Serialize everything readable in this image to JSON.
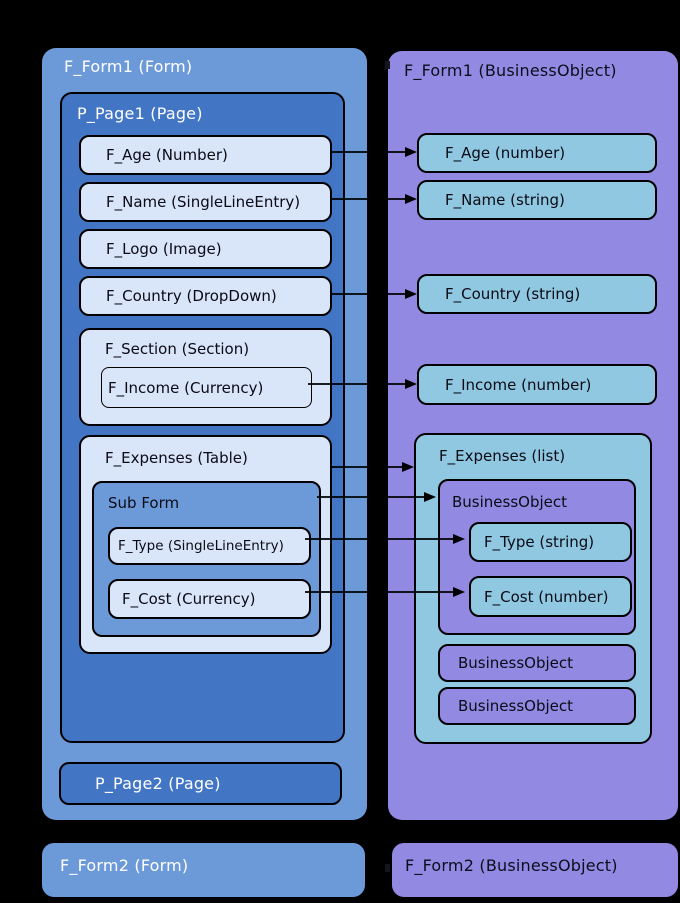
{
  "colors": {
    "background": "#000000",
    "form_blue": "#6C9AD9",
    "page_blue": "#4276C4",
    "field_light": "#D9E5F8",
    "bo_purple": "#9289E2",
    "bo_field_cyan": "#90C8E1"
  },
  "form_view": {
    "form1": {
      "title": "F_Form1 (Form)",
      "page1": {
        "title": "P_Page1 (Page)",
        "age": "F_Age (Number)",
        "name": "F_Name (SingleLineEntry)",
        "logo": "F_Logo (Image)",
        "country": "F_Country (DropDown)",
        "section": {
          "label": "F_Section (Section)",
          "income": "F_Income (Currency)"
        },
        "table": {
          "label": "F_Expenses (Table)",
          "subform": {
            "label": "Sub Form",
            "type": "F_Type (SingleLineEntry)",
            "cost": "F_Cost (Currency)"
          }
        }
      },
      "page2": {
        "title": "P_Page2 (Page)"
      }
    },
    "form2": {
      "title": "F_Form2 (Form)"
    }
  },
  "business_view": {
    "form1": {
      "title": "F_Form1 (BusinessObject)",
      "age": "F_Age (number)",
      "name": "F_Name (string)",
      "country": "F_Country (string)",
      "income": "F_Income (number)",
      "list": {
        "label": "F_Expenses (list)",
        "object1": {
          "label": "BusinessObject",
          "type": "F_Type (string)",
          "cost": "F_Cost (number)"
        },
        "object2": {
          "label": "BusinessObject"
        },
        "object3": {
          "label": "BusinessObject"
        }
      }
    },
    "form2": {
      "title": "F_Form2 (BusinessObject)"
    }
  },
  "mappings": [
    {
      "from": "F_Age (Number)",
      "to": "F_Age (number)"
    },
    {
      "from": "F_Name (SingleLineEntry)",
      "to": "F_Name (string)"
    },
    {
      "from": "F_Country (DropDown)",
      "to": "F_Country (string)"
    },
    {
      "from": "F_Income (Currency)",
      "to": "F_Income (number)"
    },
    {
      "from": "F_Expenses (Table)",
      "to": "F_Expenses (list)"
    },
    {
      "from": "Sub Form",
      "to": "BusinessObject"
    },
    {
      "from": "F_Type (SingleLineEntry)",
      "to": "F_Type (string)"
    },
    {
      "from": "F_Cost (Currency)",
      "to": "F_Cost (number)"
    }
  ]
}
